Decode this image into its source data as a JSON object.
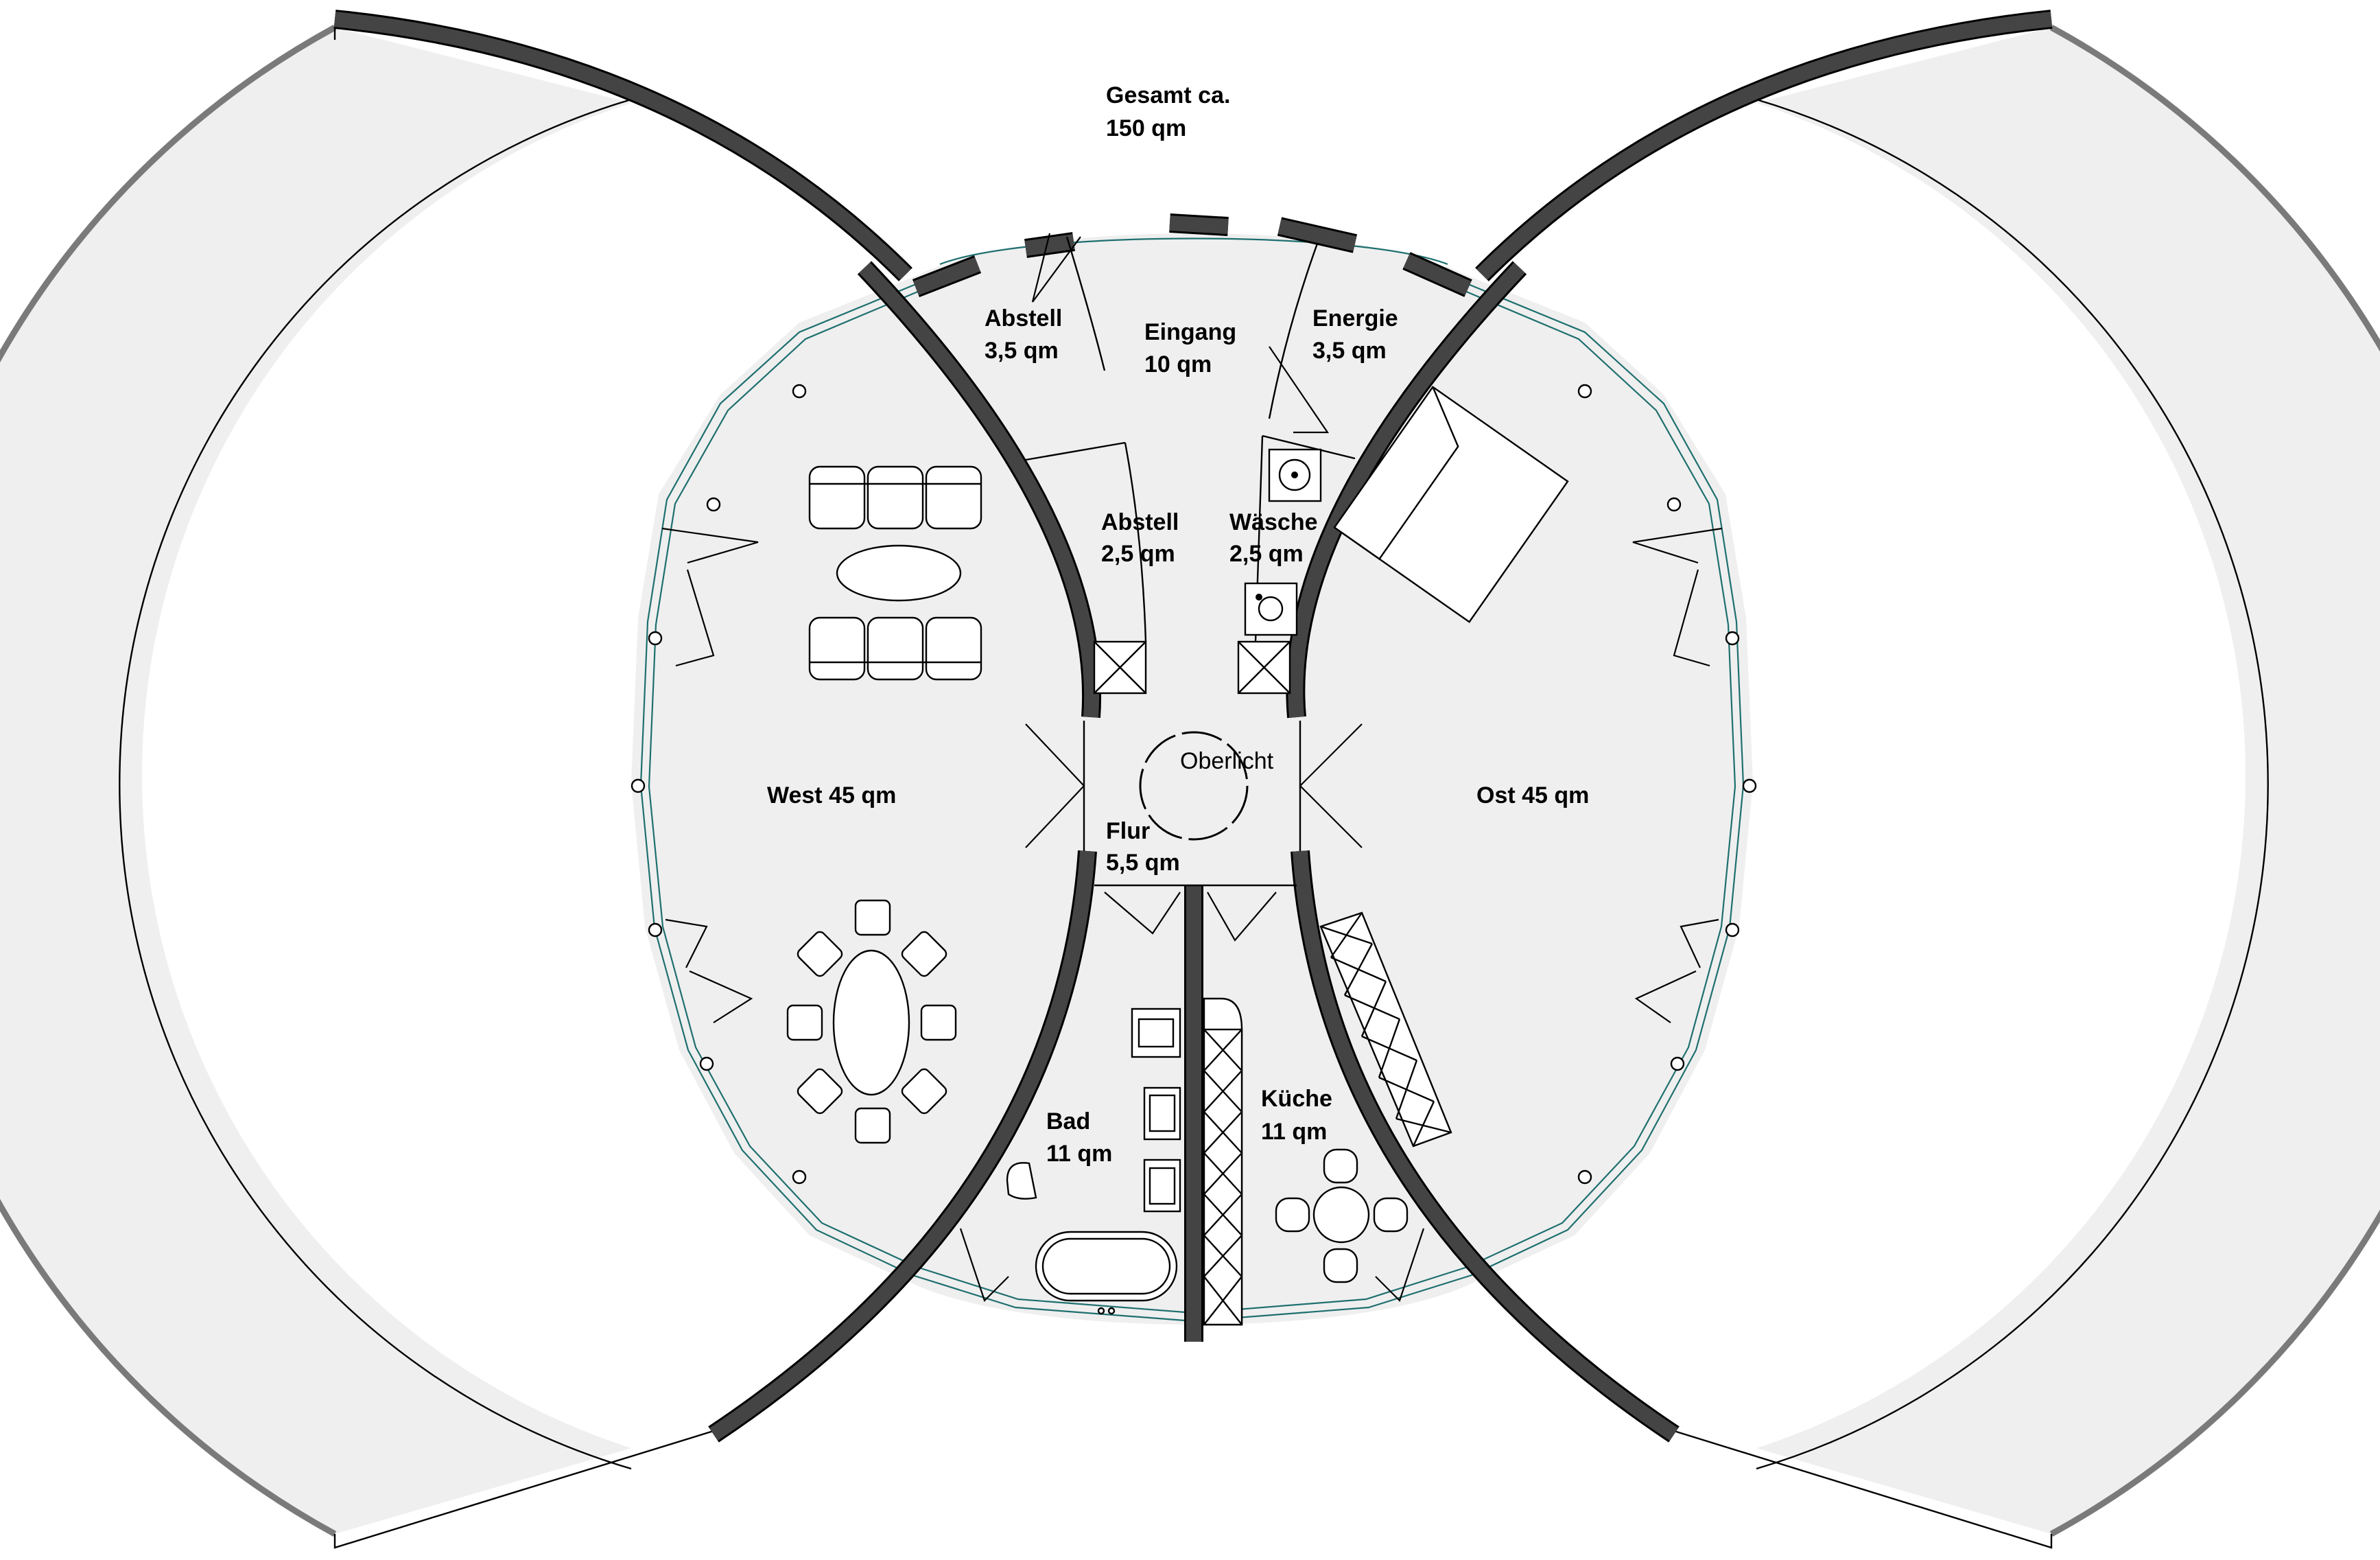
{
  "total": {
    "line1": "Gesamt ca.",
    "line2": "150 qm"
  },
  "rooms": {
    "abstell_north": {
      "name": "Abstell",
      "area": "3,5 qm"
    },
    "eingang": {
      "name": "Eingang",
      "area": "10 qm"
    },
    "energie": {
      "name": "Energie",
      "area": "3,5 qm"
    },
    "abstell_inner": {
      "name": "Abstell",
      "area": "2,5 qm"
    },
    "waesche": {
      "name": "Wäsche",
      "area": "2,5 qm"
    },
    "west": {
      "name": "West 45 qm"
    },
    "ost": {
      "name": "Ost 45 qm"
    },
    "flur": {
      "name": "Flur",
      "area": "5,5 qm"
    },
    "bad": {
      "name": "Bad",
      "area": "11 qm"
    },
    "kueche": {
      "name": "Küche",
      "area": "11 qm"
    }
  },
  "skylight": {
    "label": "Oberlicht"
  },
  "colors": {
    "room_fill": "#efefef",
    "wall": "#444444",
    "outer_shell": "#7a7a7a",
    "glazing": "#1f6f6f"
  }
}
